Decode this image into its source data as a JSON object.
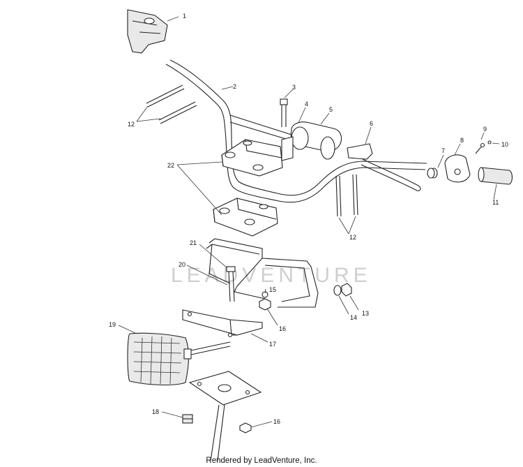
{
  "diagram": {
    "watermark": "LEADVENTURE",
    "callouts": [
      {
        "id": "c1",
        "text": "1"
      },
      {
        "id": "c2",
        "text": "2"
      },
      {
        "id": "c3",
        "text": "3"
      },
      {
        "id": "c4",
        "text": "4"
      },
      {
        "id": "c5",
        "text": "5"
      },
      {
        "id": "c6",
        "text": "6"
      },
      {
        "id": "c7",
        "text": "7"
      },
      {
        "id": "c8",
        "text": "8"
      },
      {
        "id": "c9",
        "text": "9"
      },
      {
        "id": "c10",
        "text": "10"
      },
      {
        "id": "c11",
        "text": "11"
      },
      {
        "id": "c12a",
        "text": "12"
      },
      {
        "id": "c12b",
        "text": "12"
      },
      {
        "id": "c13",
        "text": "13"
      },
      {
        "id": "c14",
        "text": "14"
      },
      {
        "id": "c15",
        "text": "15"
      },
      {
        "id": "c16a",
        "text": "16"
      },
      {
        "id": "c16b",
        "text": "16"
      },
      {
        "id": "c17",
        "text": "17"
      },
      {
        "id": "c18",
        "text": "18"
      },
      {
        "id": "c19",
        "text": "19"
      },
      {
        "id": "c20",
        "text": "20"
      },
      {
        "id": "c21",
        "text": "21"
      },
      {
        "id": "c22",
        "text": "22"
      }
    ]
  },
  "footer": {
    "credit": "Rendered by LeadVenture, Inc."
  }
}
